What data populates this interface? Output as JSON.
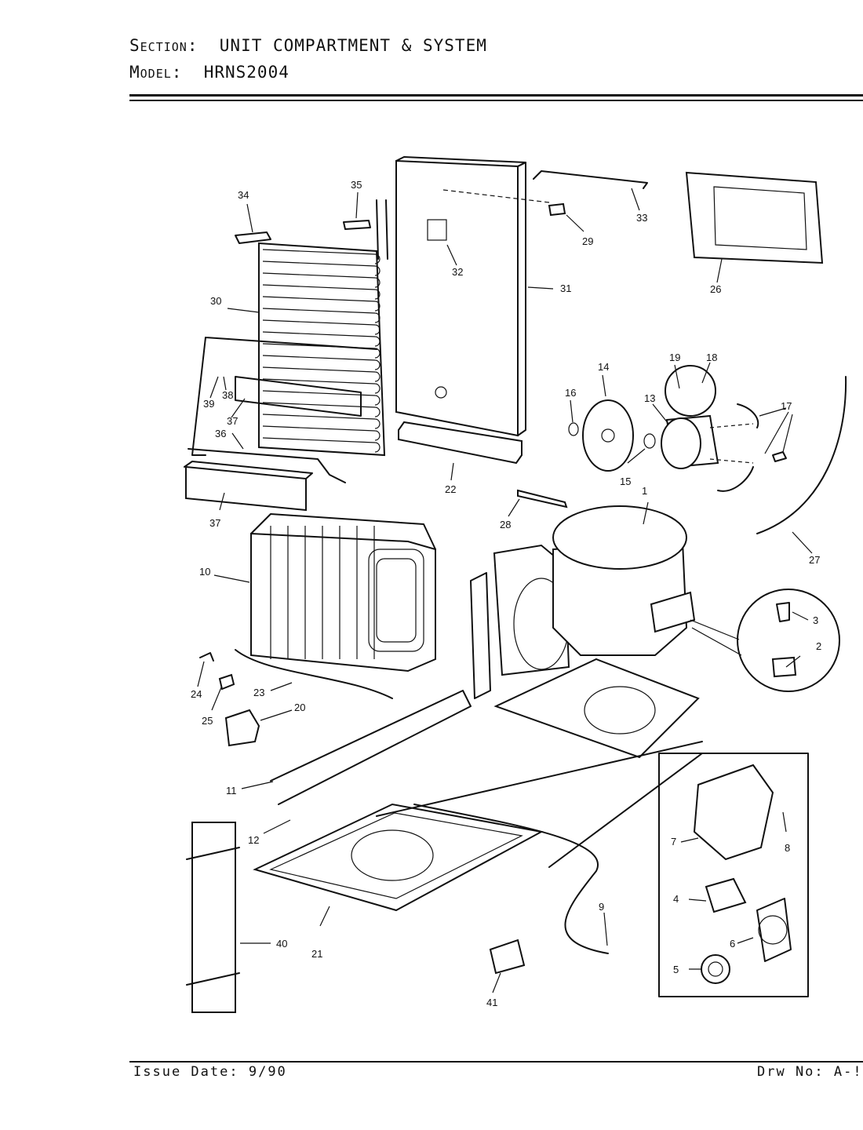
{
  "header": {
    "section_label": "Section:",
    "section_value": "UNIT COMPARTMENT & SYSTEM",
    "model_label": "Model:",
    "model_value": "HRNS2004"
  },
  "footer": {
    "issue_label": "Issue Date:",
    "issue_value": "9/90",
    "drawing_label": "Drw No:",
    "drawing_value": "A-!"
  },
  "callouts": [
    "1",
    "2",
    "3",
    "4",
    "5",
    "6",
    "7",
    "8",
    "9",
    "10",
    "11",
    "12",
    "13",
    "14",
    "15",
    "16",
    "17",
    "18",
    "19",
    "20",
    "21",
    "22",
    "23",
    "24",
    "25",
    "26",
    "27",
    "28",
    "29",
    "30",
    "31",
    "32",
    "33",
    "34",
    "35",
    "36",
    "37",
    "37",
    "38",
    "39",
    "40",
    "41"
  ]
}
